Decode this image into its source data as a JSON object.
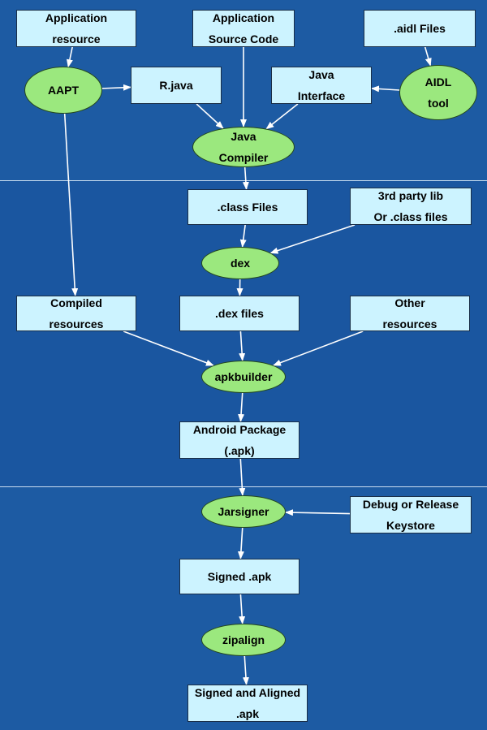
{
  "nodes": {
    "app_resource": "Application\nresource",
    "app_source": "Application\nSource Code",
    "aidl_files": ".aidl Files",
    "aapt": "AAPT",
    "r_java": "R.java",
    "java_interface": "Java\nInterface",
    "aidl_tool": "AIDL\ntool",
    "java_compiler": "Java\nCompiler",
    "class_files": ".class Files",
    "third_party": "3rd party lib\nOr .class files",
    "dex": "dex",
    "compiled_resources": "Compiled\nresources",
    "dex_files": ".dex files",
    "other_resources": "Other\nresources",
    "apkbuilder": "apkbuilder",
    "android_package": "Android Package\n(.apk)",
    "jarsigner": "Jarsigner",
    "keystore": "Debug or Release\nKeystore",
    "signed_apk": "Signed .apk",
    "zipalign": "zipalign",
    "signed_aligned": "Signed and Aligned\n.apk"
  },
  "colors": {
    "background": "#1d5ba3",
    "background_dark": "#164f93",
    "box_fill": "#ccf3ff",
    "oval_fill": "#9be87e",
    "arrow": "#ffffff",
    "divider": "#c9dcef"
  },
  "edges": [
    [
      "app_resource",
      "aapt"
    ],
    [
      "aapt",
      "r_java"
    ],
    [
      "aidl_files",
      "aidl_tool"
    ],
    [
      "aidl_tool",
      "java_interface"
    ],
    [
      "r_java",
      "java_compiler"
    ],
    [
      "app_source",
      "java_compiler"
    ],
    [
      "java_interface",
      "java_compiler"
    ],
    [
      "java_compiler",
      "class_files"
    ],
    [
      "class_files",
      "dex"
    ],
    [
      "third_party",
      "dex"
    ],
    [
      "dex",
      "dex_files"
    ],
    [
      "aapt",
      "compiled_resources"
    ],
    [
      "compiled_resources",
      "apkbuilder"
    ],
    [
      "dex_files",
      "apkbuilder"
    ],
    [
      "other_resources",
      "apkbuilder"
    ],
    [
      "apkbuilder",
      "android_package"
    ],
    [
      "android_package",
      "jarsigner"
    ],
    [
      "keystore",
      "jarsigner"
    ],
    [
      "jarsigner",
      "signed_apk"
    ],
    [
      "signed_apk",
      "zipalign"
    ],
    [
      "zipalign",
      "signed_aligned"
    ]
  ]
}
